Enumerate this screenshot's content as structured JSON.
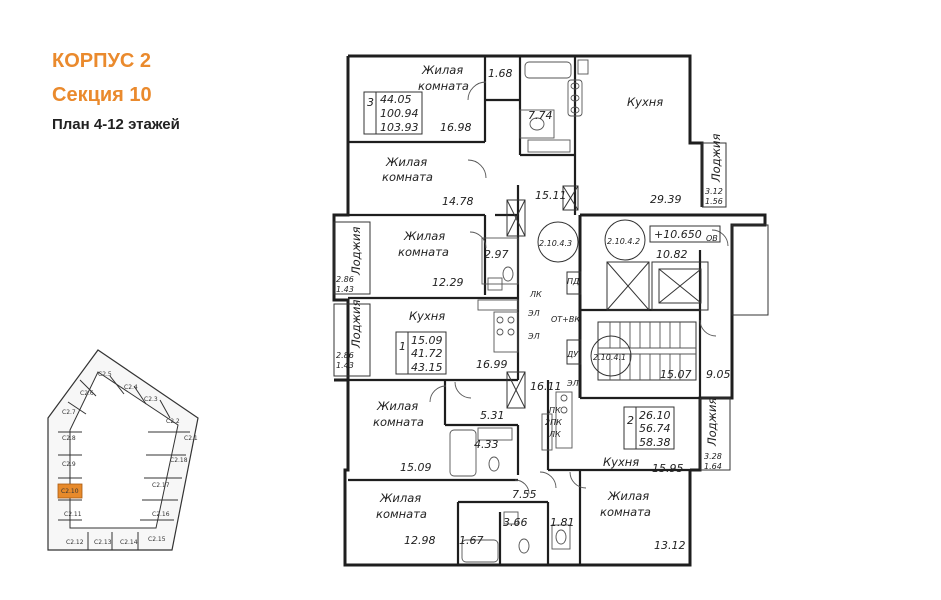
{
  "header": {
    "building": "КОРПУС 2",
    "section": "Секция 10",
    "plan": "План 4-12 этажей"
  },
  "colors": {
    "accent": "#ea8a2d",
    "wall": "#1e1e1e",
    "highlight": "#e78a2b"
  },
  "apartments": [
    {
      "rooms": "3",
      "living": "44.05",
      "total": "100.94",
      "total_with_balcony": "103.93"
    },
    {
      "rooms": "1",
      "living": "15.09",
      "total": "41.72",
      "total_with_balcony": "43.15"
    },
    {
      "rooms": "2",
      "living": "26.10",
      "total": "56.74",
      "total_with_balcony": "58.38"
    }
  ],
  "labels": {
    "living_room": "Жилая комната",
    "living_line1": "Жилая",
    "living_line2": "комната",
    "kitchen": "Кухня",
    "loggia": "Лоджия"
  },
  "areas": {
    "a1": "1.68",
    "a2": "16.98",
    "a3": "7.74",
    "a4": "29.39",
    "a5": "14.78",
    "a6": "15.11",
    "a7": "12.29",
    "a8": "2.97",
    "a9": "10.82",
    "a10": "16.99",
    "a11": "16.11",
    "a12": "15.07",
    "a13": "9.05",
    "a14": "5.31",
    "a15": "4.33",
    "a16": "15.09",
    "a17": "15.95",
    "a18": "7.55",
    "a19": "12.98",
    "a20": "1.67",
    "a21": "3.66",
    "a22": "1.81",
    "a23": "13.12"
  },
  "loggias": [
    {
      "area1": "3.12",
      "area2": "1.56"
    },
    {
      "area1": "2.86",
      "area2": "1.43"
    },
    {
      "area1": "2.86",
      "area2": "1.43"
    },
    {
      "area1": "3.28",
      "area2": "1.64"
    }
  ],
  "codes": {
    "c1": "2.10.4.3",
    "c2": "2.10.4.2",
    "c3": "2.10.4.1",
    "elevation": "+10.650",
    "ov": "ОВ",
    "pd": "ПД",
    "lk": "ЛК",
    "el1": "ЭЛ",
    "el2": "ЭЛ",
    "el3": "ЭЛ",
    "otvk": "ОТ+ВК",
    "du": "ДУ",
    "pk": "ПК",
    "pk2": "2ПК",
    "lk2": "ЛК"
  },
  "keyplan": {
    "cells": [
      "С2.1",
      "С2.2",
      "С2.3",
      "С2.4",
      "С2.5",
      "С2.6",
      "С2.7",
      "С2.8",
      "С2.9",
      "С2.10",
      "С2.11",
      "С2.12",
      "С2.13",
      "С2.14",
      "С2.15",
      "С2.16",
      "С2.17",
      "С2.18"
    ],
    "highlighted": "С2.10"
  }
}
